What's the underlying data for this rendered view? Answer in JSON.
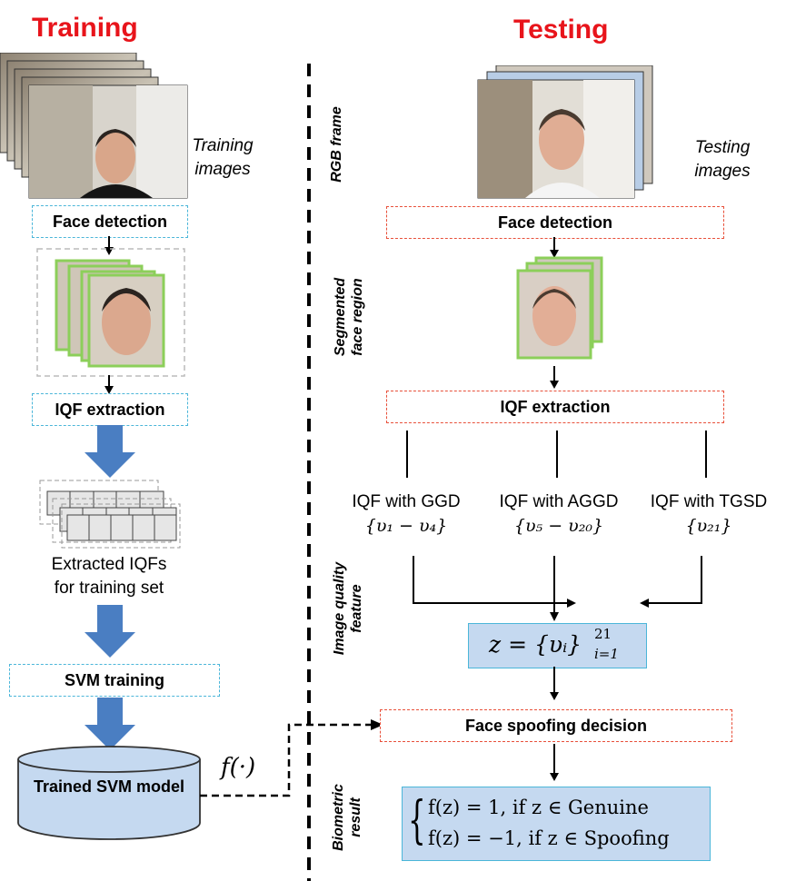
{
  "headings": {
    "training": "Training",
    "testing": "Testing"
  },
  "training": {
    "images_label_line1": "Training",
    "images_label_line2": "images",
    "face_detection": "Face detection",
    "iqf_extraction": "IQF extraction",
    "extracted_line1": "Extracted IQFs",
    "extracted_line2": "for training set",
    "svm_training": "SVM training",
    "model": "Trained SVM model",
    "function_label": "f(·)"
  },
  "testing": {
    "images_label_line1": "Testing",
    "images_label_line2": "images",
    "face_detection": "Face detection",
    "iqf_extraction": "IQF extraction",
    "branches": [
      {
        "title": "IQF with GGD",
        "set": "{υ₁ − υ₄}"
      },
      {
        "title": "IQF with AGGD",
        "set": "{υ₅ − υ₂₀}"
      },
      {
        "title": "IQF with TGSD",
        "set": "{υ₂₁}"
      }
    ],
    "z_formula": "z = {υᵢ}",
    "z_sup": "21",
    "z_sub": "i=1",
    "decision": "Face spoofing decision",
    "result_line1": "f(z) = 1, if z ∈ Genuine",
    "result_line2": "f(z) = −1, if z ∈ Spoofing"
  },
  "side_labels": {
    "rgb_frame": "RGB frame",
    "segmented_line1": "Segmented",
    "segmented_line2": "face region",
    "iq_line1": "Image quality",
    "iq_line2": "feature",
    "bio_line1": "Biometric",
    "bio_line2": "result"
  },
  "colors": {
    "heading": "#e8141b",
    "blue_dash": "#4bb6d9",
    "red_dash": "#e8503a",
    "arrow_fill": "#4a7ec2",
    "formula_fill": "#c5d9f0",
    "green_frame": "#8ccf5a"
  }
}
